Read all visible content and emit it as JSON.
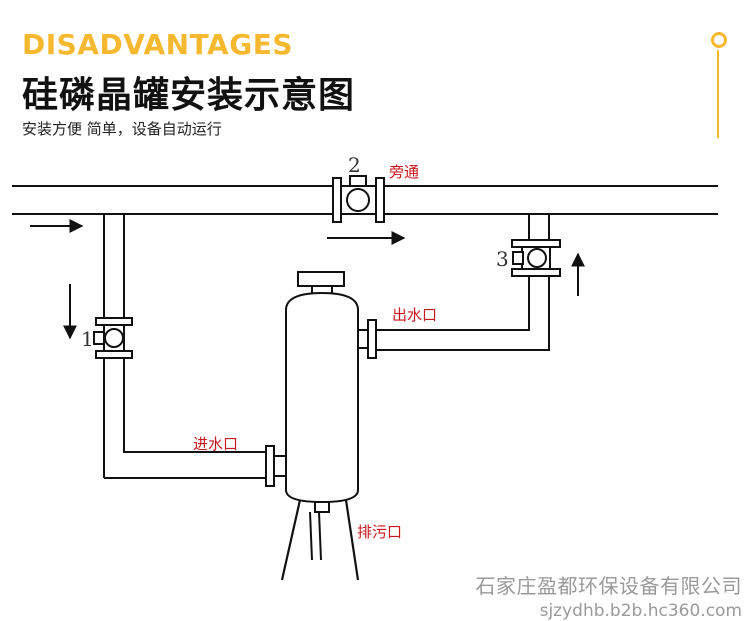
{
  "header": {
    "english_title": "DISADVANTAGES",
    "chinese_title": "硅磷晶罐安装示意图",
    "subtitle": "安装方便 简单，设备自动运行"
  },
  "diagram": {
    "labels": {
      "bypass": "旁通",
      "outlet": "出水口",
      "inlet": "进水口",
      "drain": "排污口"
    },
    "valve_numbers": {
      "valve_1": "1",
      "valve_2": "2",
      "valve_3": "3"
    }
  },
  "watermark": {
    "company": "石家庄盈都环保设备有限公司",
    "url": "sjzydhb.b2b.hc360.com"
  },
  "colors": {
    "accent": "#f5b82e",
    "label_red": "#c8161d",
    "line": "#111111",
    "watermark": "#9a9a9a"
  }
}
